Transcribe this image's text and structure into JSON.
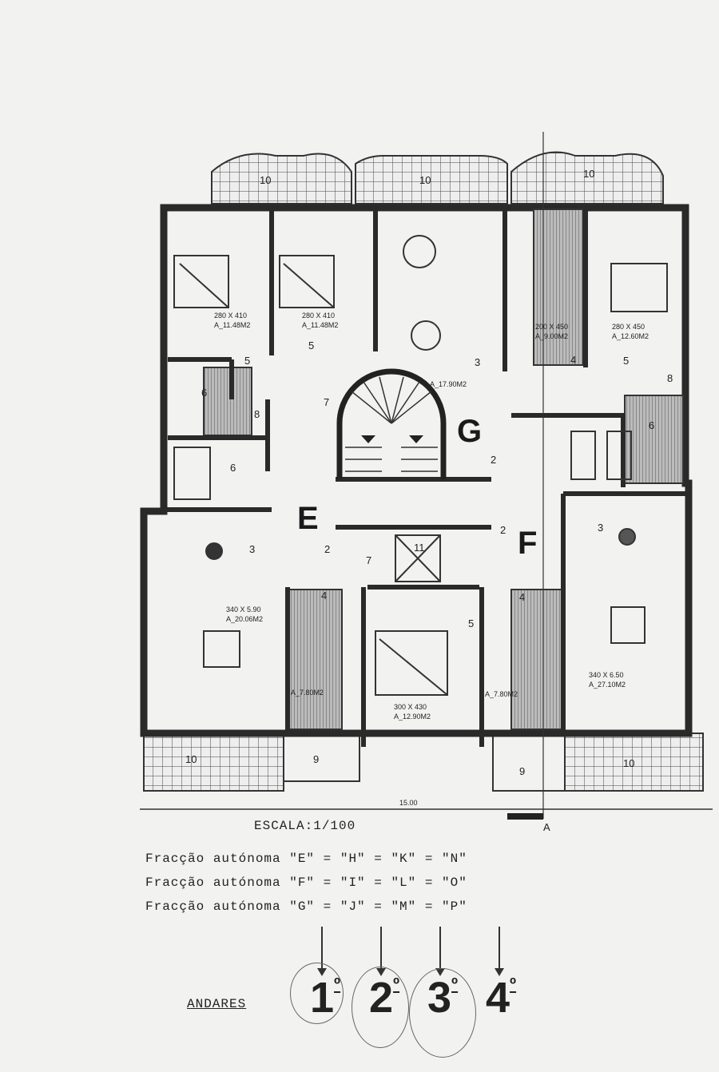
{
  "plan": {
    "rooms": [
      {
        "id": "bedroom-e1",
        "number": "5",
        "dims": "280 X 410",
        "area": "A_11.48M2"
      },
      {
        "id": "bedroom-e2",
        "number": "5",
        "dims": "280 X 410",
        "area": "A_11.48M2"
      },
      {
        "id": "living-g",
        "number": "3",
        "area": "A_17.90M2"
      },
      {
        "id": "kitchen-g",
        "number": "4",
        "dims": "200 X 450",
        "area": "A_9.00M2"
      },
      {
        "id": "bedroom-g",
        "number": "5",
        "dims": "280 X 450",
        "area": "A_12.60M2"
      },
      {
        "id": "living-e",
        "number": "3",
        "dims": "340 X 5.90",
        "area": "A_20.06M2"
      },
      {
        "id": "kitchen-e",
        "number": "4",
        "area": "A_7.80M2"
      },
      {
        "id": "bedroom-f",
        "number": "5",
        "dims": "300 X 430",
        "area": "A_12.90M2"
      },
      {
        "id": "kitchen-f",
        "number": "4",
        "area": "A_7.80M2"
      },
      {
        "id": "living-f",
        "number": "3",
        "dims": "340 X 6.50",
        "area": "A_27.10M2"
      }
    ],
    "small_numbers": {
      "bath": "6",
      "hall": "2",
      "corridor": "7",
      "closet": "8",
      "terrace": "9",
      "balcony": "10",
      "elevator": "11"
    },
    "unit_letters": {
      "e": "E",
      "f": "F",
      "g": "G"
    },
    "overall_dimension": "15.00",
    "section_marker": "A"
  },
  "legend": {
    "scale": "ESCALA:1/100",
    "lines": [
      "Fracção autónoma \"E\" = \"H\" = \"K\" = \"N\"",
      "Fracção autónoma \"F\" = \"I\" = \"L\" = \"O\"",
      "Fracção autónoma \"G\" = \"J\" = \"M\" = \"P\""
    ],
    "floors_label": "ANDARES",
    "floors": [
      {
        "n": "1",
        "suffix": "º"
      },
      {
        "n": "2",
        "suffix": "º"
      },
      {
        "n": "3",
        "suffix": "º"
      },
      {
        "n": "4",
        "suffix": "º"
      }
    ]
  }
}
